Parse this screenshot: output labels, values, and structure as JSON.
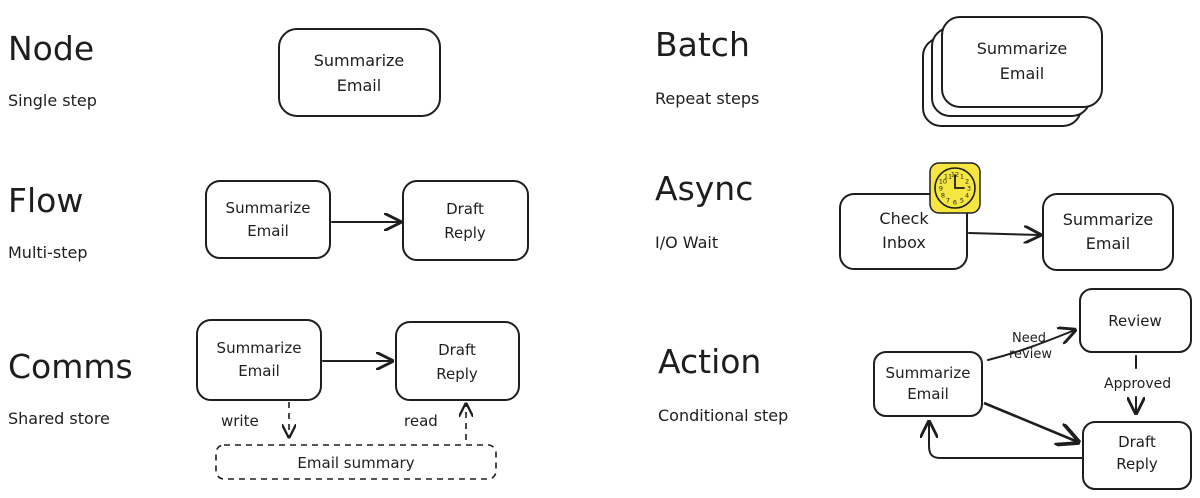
{
  "sections": {
    "node": {
      "title": "Node",
      "subtitle": "Single step"
    },
    "flow": {
      "title": "Flow",
      "subtitle": "Multi-step"
    },
    "comms": {
      "title": "Comms",
      "subtitle": "Shared store"
    },
    "batch": {
      "title": "Batch",
      "subtitle": "Repeat steps"
    },
    "async": {
      "title": "Async",
      "subtitle": "I/O Wait"
    },
    "action": {
      "title": "Action",
      "subtitle": "Conditional step"
    }
  },
  "boxes": {
    "summarize_l1": "Summarize",
    "summarize_l2": "Email",
    "draft_l1": "Draft",
    "draft_l2": "Reply",
    "check_l1": "Check",
    "check_l2": "Inbox",
    "review": "Review",
    "email_summary": "Email summary"
  },
  "edges": {
    "write": "write",
    "read": "read",
    "need_review_l1": "Need",
    "need_review_l2": "review",
    "approved": "Approved"
  },
  "clock": {
    "numbers": [
      "12",
      "1",
      "2",
      "3",
      "4",
      "5",
      "6",
      "7",
      "8",
      "9",
      "10",
      "11"
    ],
    "color": "#f5e642"
  }
}
